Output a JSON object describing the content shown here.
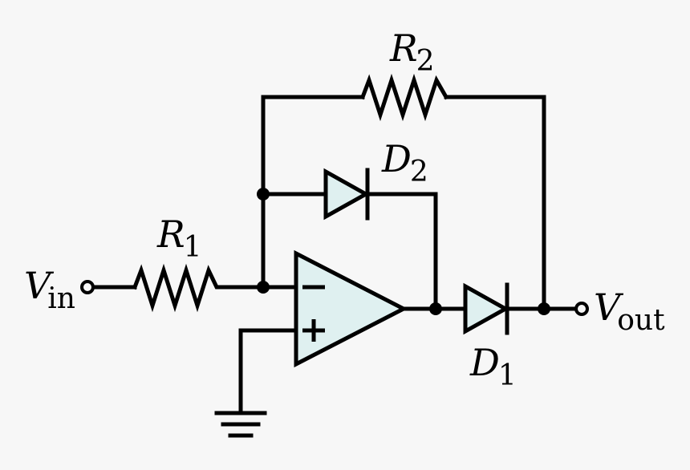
{
  "colors": {
    "background": "#f7f7f7",
    "wire": "#000000",
    "opamp_fill": "#dff0f0",
    "diode_fill": "#dff0f0"
  },
  "labels": {
    "vin": {
      "main": "V",
      "sub": "in"
    },
    "vout": {
      "main": "V",
      "sub": "out"
    },
    "r1": {
      "main": "R",
      "sub": "1"
    },
    "r2": {
      "main": "R",
      "sub": "2"
    },
    "d1": {
      "main": "D",
      "sub": "1"
    },
    "d2": {
      "main": "D",
      "sub": "2"
    }
  },
  "opamp": {
    "minus": "−",
    "plus": "+"
  },
  "icons": {
    "ground": "ground-icon",
    "resistor": "resistor-icon",
    "diode": "diode-icon",
    "opamp": "opamp-icon"
  }
}
